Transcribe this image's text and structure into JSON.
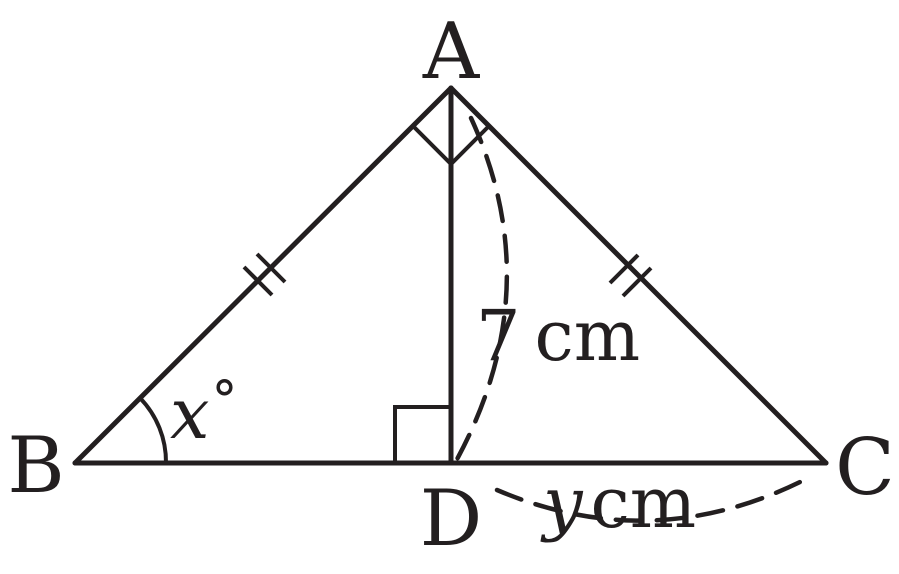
{
  "figure": {
    "vertices": {
      "A": "A",
      "B": "B",
      "C": "C",
      "D": "D"
    },
    "angle_label": {
      "variable": "x",
      "unit": "°"
    },
    "height_label": {
      "value": "7",
      "unit": "cm"
    },
    "segment_label": {
      "variable": "y",
      "unit": "cm"
    },
    "markings": {
      "equal_sides": [
        "AB",
        "AC"
      ],
      "right_angles": [
        "BAC",
        "ADB"
      ],
      "altitude": "AD"
    }
  }
}
